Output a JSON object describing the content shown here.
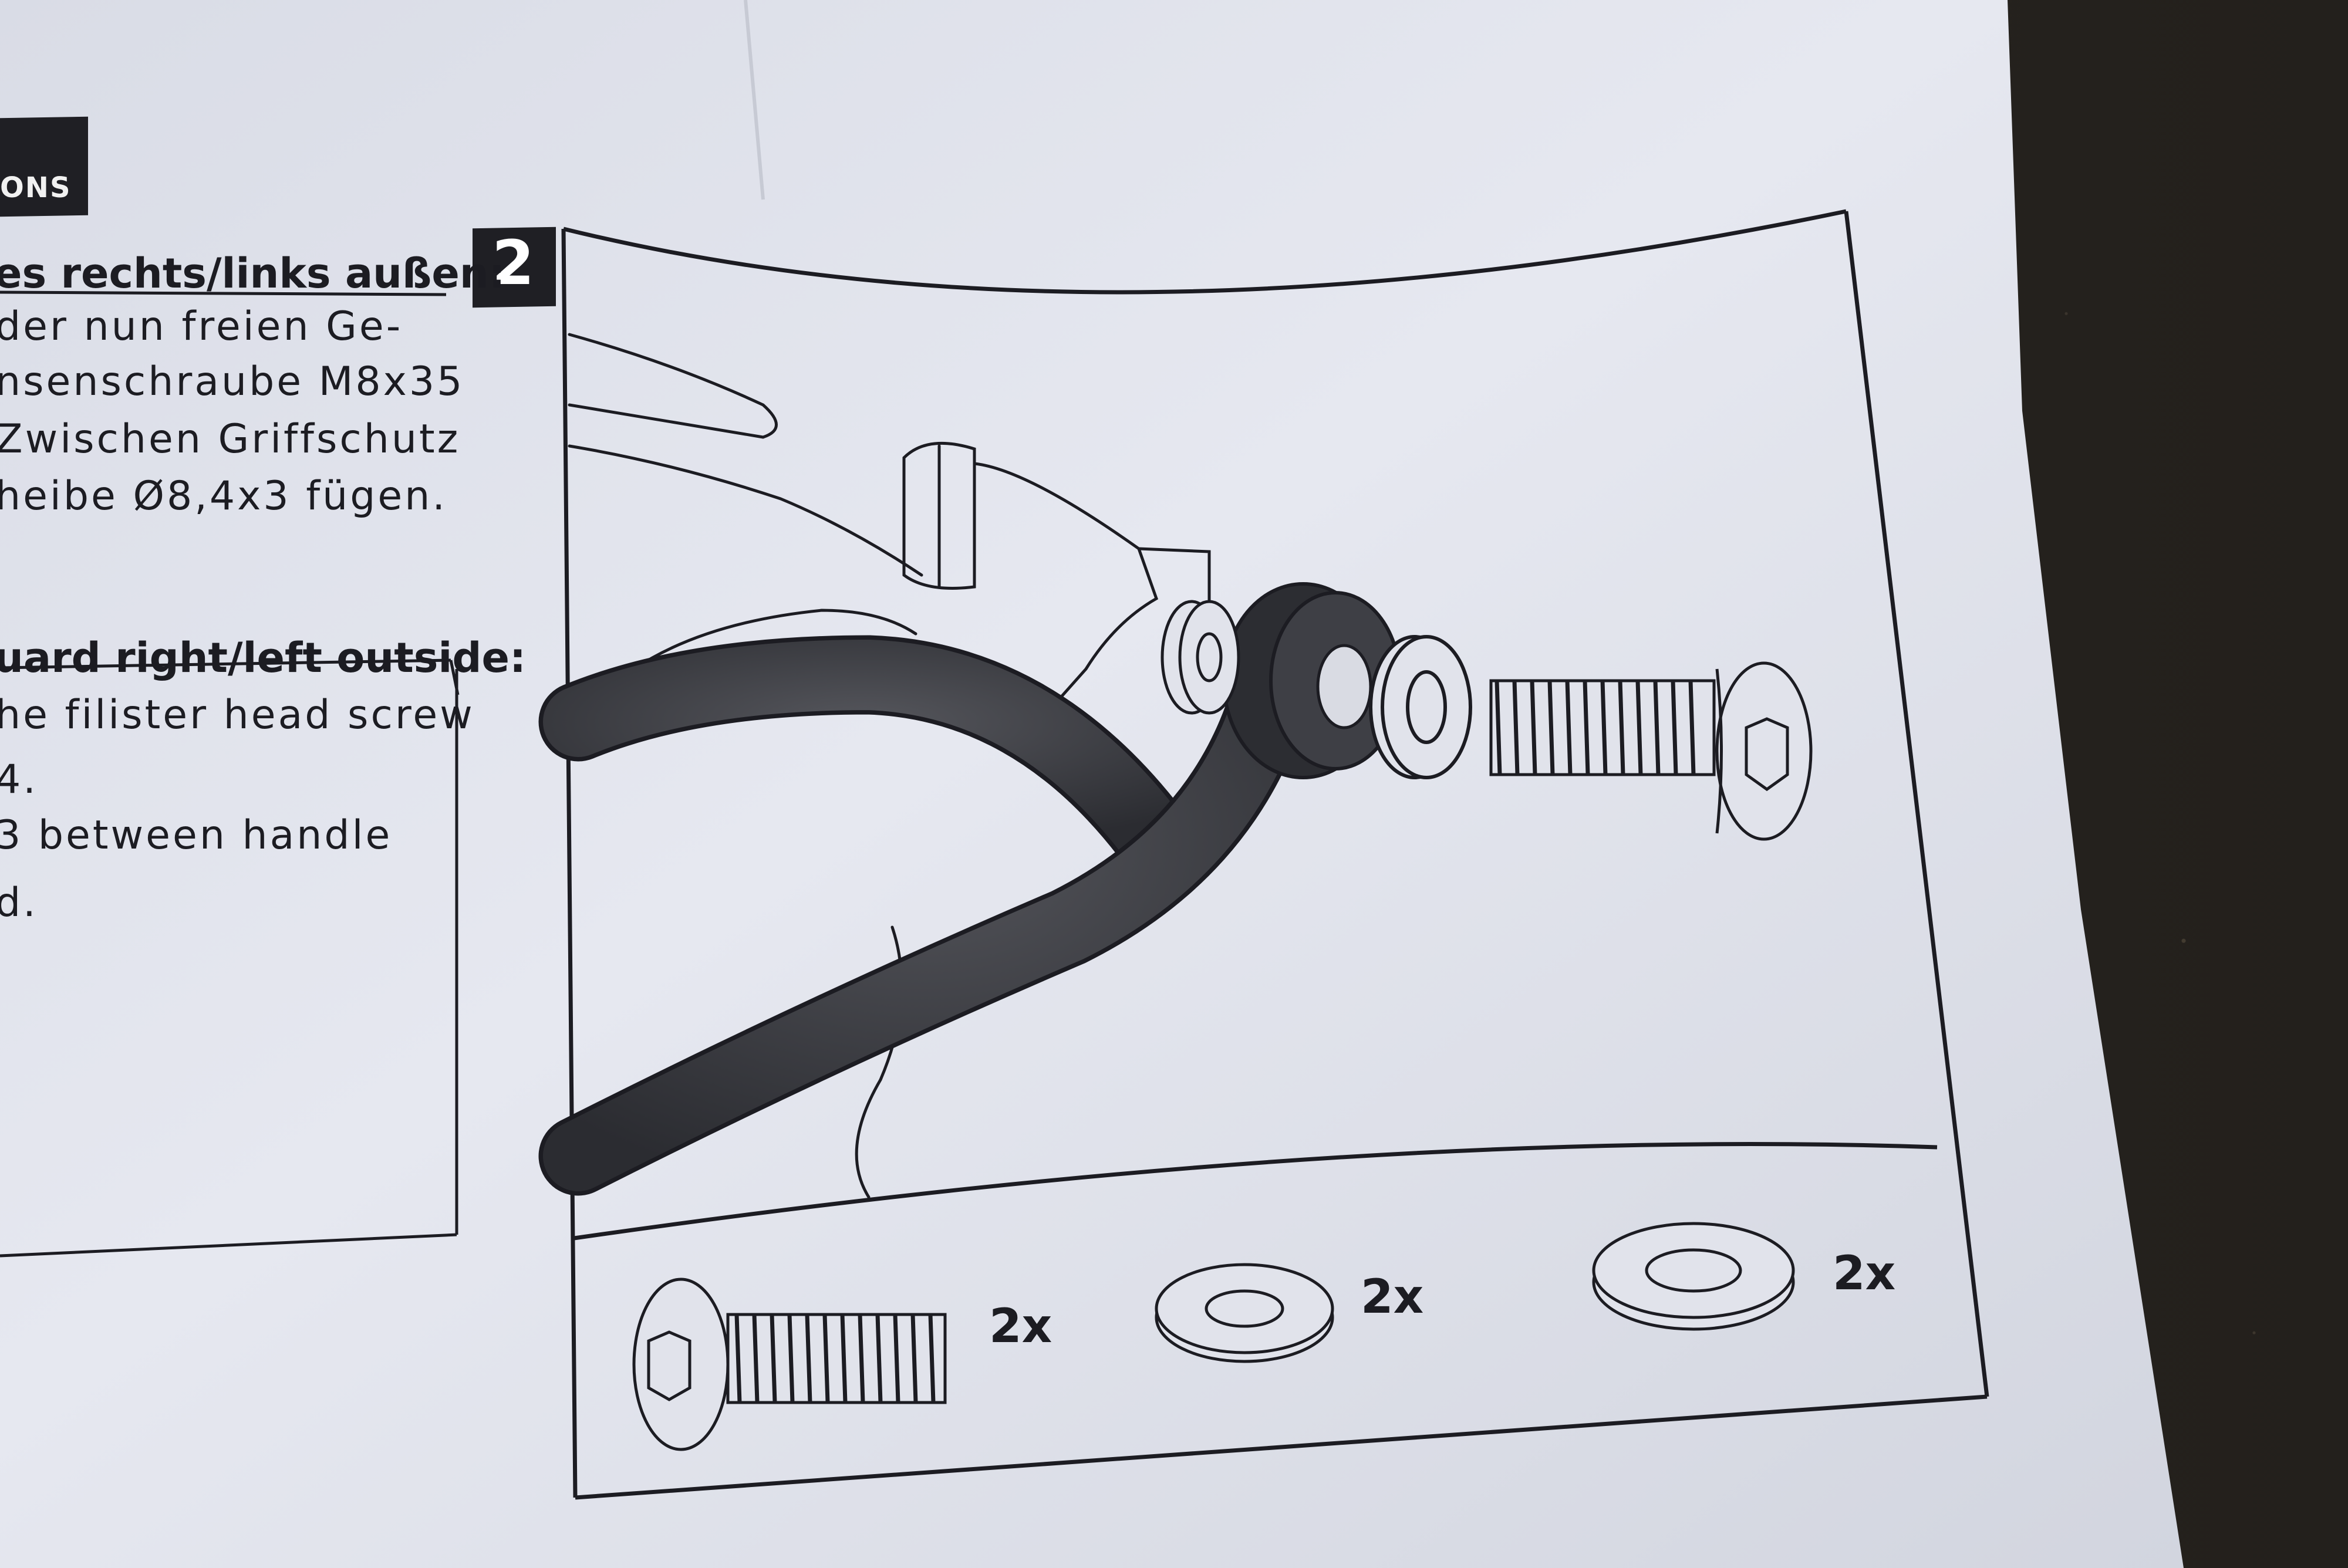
{
  "header": {
    "section_title": "ONS"
  },
  "step": {
    "number": "2"
  },
  "instructions_de": {
    "heading": "es rechts/links außen:",
    "lines": [
      "der nun freien Ge-",
      "nsenschraube M8x35",
      "Zwischen Griffschutz",
      "heibe Ø8,4x3 fügen."
    ]
  },
  "instructions_en": {
    "heading": "uard right/left outside:",
    "lines": [
      "he filister head screw",
      "4.",
      "3 between handle",
      "d."
    ]
  },
  "parts_list": [
    {
      "icon": "button-head-screw-icon",
      "quantity": "2x"
    },
    {
      "icon": "thin-washer-icon",
      "quantity": "2x"
    },
    {
      "icon": "thick-washer-icon",
      "quantity": "2x"
    }
  ],
  "colors": {
    "paper": "#e4e6ee",
    "ink": "#1c1c22",
    "background": "#2b2621",
    "badge": "#1f1f24"
  }
}
